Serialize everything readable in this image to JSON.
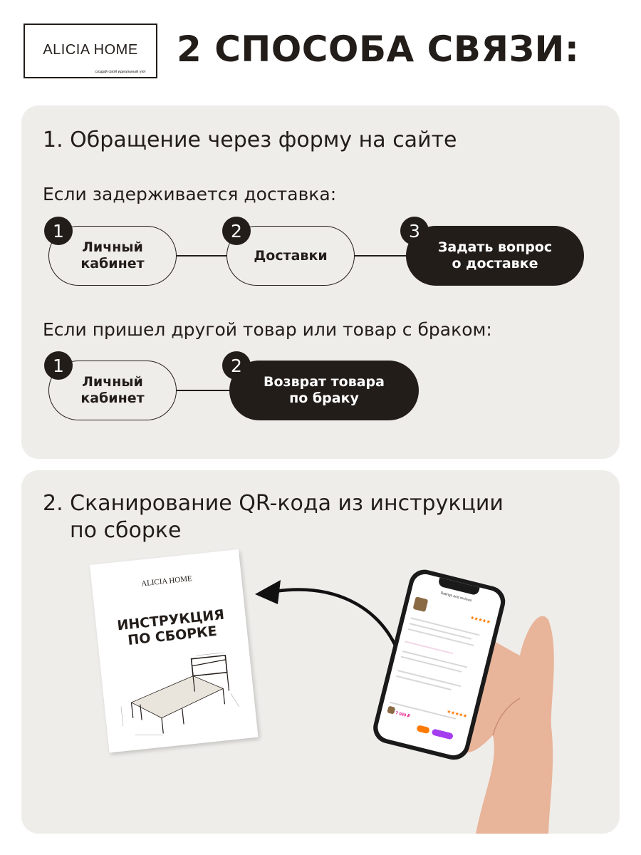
{
  "logo": {
    "name": "ALICIA HOME",
    "tagline": "создай свой идеальный уют"
  },
  "headline": "2 СПОСОБА СВЯЗИ:",
  "section1": {
    "title": "1. Обращение через форму на сайте",
    "delivery": {
      "heading": "Если задерживается доставка:",
      "steps": [
        {
          "number": "1",
          "label": "Личный\nкабинет"
        },
        {
          "number": "2",
          "label": "Доставки"
        },
        {
          "number": "3",
          "label": "Задать вопрос\nо доставке"
        }
      ]
    },
    "defect": {
      "heading": "Если пришел другой товар или товар с браком:",
      "steps": [
        {
          "number": "1",
          "label": "Личный\nкабинет"
        },
        {
          "number": "2",
          "label": "Возврат товара\nпо браку"
        }
      ]
    }
  },
  "section2": {
    "title_line1": "2. Сканирование QR-кода из инструкции",
    "title_line2": "по сборке",
    "booklet": {
      "brand": "ALICIA HOME",
      "title": "ИНСТРУКЦИЯ\nПО СБОРКЕ"
    },
    "phone": {
      "screen_title": "Ratings and reviews",
      "price": "7 069 ₽",
      "stars": "★★★★★"
    }
  },
  "colors": {
    "dark": "#231d1a",
    "panel": "#efedea",
    "accent_orange": "#ff7a00",
    "accent_pink": "#e5198a"
  },
  "icons": [
    "arrow-curved-left-icon",
    "star-icon"
  ]
}
